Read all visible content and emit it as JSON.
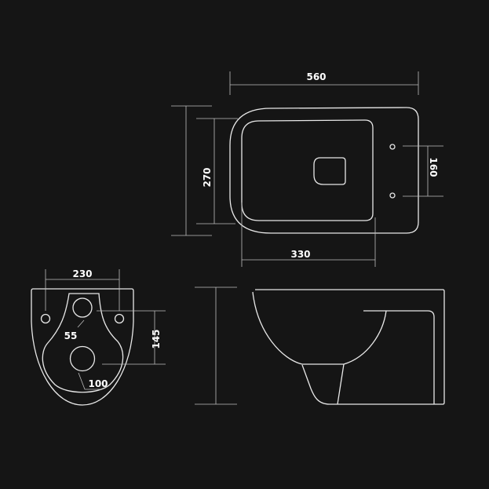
{
  "dimensions": {
    "length": "560",
    "width": "270",
    "fixing_holes_spacing": "160",
    "seat_opening": "330",
    "front_fixing_spacing": "230",
    "front_vertical_spacing": "145",
    "water_inlet_diameter": "55",
    "outlet_diameter": "100"
  },
  "colors": {
    "background": "#151515",
    "lines": "#e8e8e8"
  }
}
